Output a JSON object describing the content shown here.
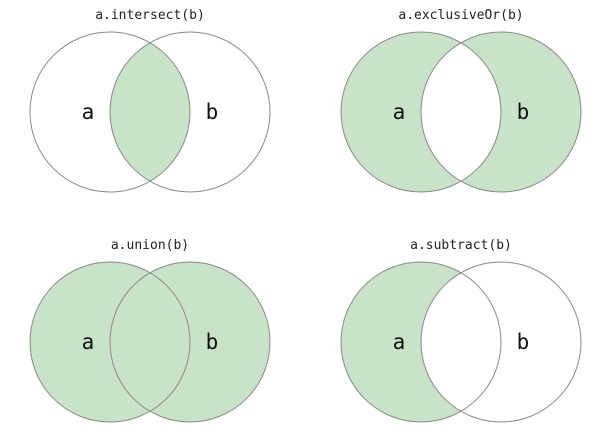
{
  "colors": {
    "fill": "#c8e3c7",
    "stroke": "#8a8a8a",
    "background": "#ffffff"
  },
  "labels": {
    "left": "a",
    "right": "b"
  },
  "panels": [
    {
      "op": "intersect",
      "caption": "a.intersect(b)"
    },
    {
      "op": "exclusiveOr",
      "caption": "a.exclusiveOr(b)"
    },
    {
      "op": "union",
      "caption": "a.union(b)"
    },
    {
      "op": "subtract",
      "caption": "a.subtract(b)"
    }
  ]
}
